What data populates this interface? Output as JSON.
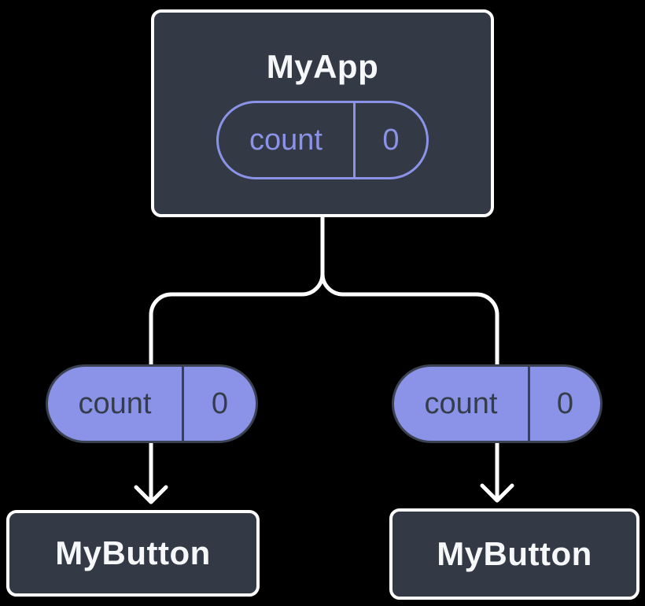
{
  "background_color": "#000000",
  "colors": {
    "box_fill": "#333a45",
    "box_border": "#ffffff",
    "accent_purple": "#8b93e8",
    "connector_line": "#ffffff",
    "pill_dark_text": "#363d4a",
    "title_text": "#f6f7f9"
  },
  "root_component": {
    "title": "MyApp",
    "state_pill": {
      "label": "count",
      "value": "0"
    }
  },
  "props": {
    "left_pill": {
      "label": "count",
      "value": "0"
    },
    "right_pill": {
      "label": "count",
      "value": "0"
    }
  },
  "children": {
    "left": {
      "title": "MyButton"
    },
    "right": {
      "title": "MyButton"
    }
  }
}
